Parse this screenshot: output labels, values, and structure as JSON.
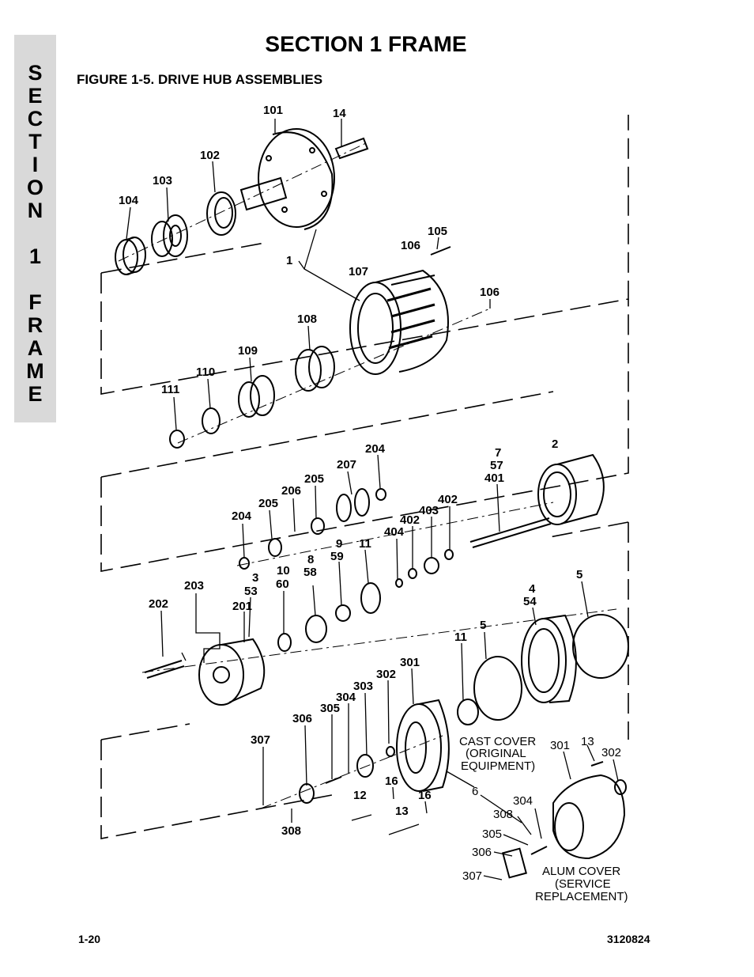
{
  "header": {
    "title": "SECTION 1  FRAME",
    "figure_title": "FIGURE 1-5.    DRIVE HUB ASSEMBLIES"
  },
  "side_tab": {
    "letters": [
      "S",
      "E",
      "C",
      "T",
      "I",
      "O",
      "N",
      "",
      "1",
      "",
      "F",
      "R",
      "A",
      "M",
      "E"
    ]
  },
  "footer": {
    "page_number": "1-20",
    "doc_number": "3120824"
  },
  "callouts": {
    "c101": "101",
    "c14": "14",
    "c102": "102",
    "c103": "103",
    "c104": "104",
    "c105": "105",
    "c106a": "106",
    "c106b": "106",
    "c1": "1",
    "c107": "107",
    "c108": "108",
    "c109": "109",
    "c110": "110",
    "c111": "111",
    "c204a": "204",
    "c207": "207",
    "c205a": "205",
    "c206": "206",
    "c205b": "205",
    "c204b": "204",
    "c7": "7",
    "c57": "57",
    "c401": "401",
    "c2": "2",
    "c402a": "402",
    "c403": "403",
    "c402b": "402",
    "c404": "404",
    "c9": "9",
    "c59": "59",
    "c11a": "11",
    "c8": "8",
    "c58": "58",
    "c10": "10",
    "c60": "60",
    "c3": "3",
    "c53": "53",
    "c203": "203",
    "c202": "202",
    "c201": "201",
    "c4": "4",
    "c54": "54",
    "c5a": "5",
    "c5b": "5",
    "c11b": "11",
    "c301a": "301",
    "c302a": "302",
    "c303": "303",
    "c304a": "304",
    "c305a": "305",
    "c306a": "306",
    "c307a": "307",
    "c16a": "16",
    "c16b": "16",
    "c12": "12",
    "c13a": "13",
    "c308a": "308",
    "c301b": "301",
    "c13b": "13",
    "c302b": "302",
    "c6": "6",
    "c308b": "308",
    "c304b": "304",
    "c305b": "305",
    "c306b": "306",
    "c307b": "307"
  },
  "captions": {
    "cast_cover": [
      "CAST COVER",
      "(ORIGINAL",
      "EQUIPMENT)"
    ],
    "alum_cover": [
      "ALUM COVER",
      "(SERVICE",
      "REPLACEMENT)"
    ]
  }
}
